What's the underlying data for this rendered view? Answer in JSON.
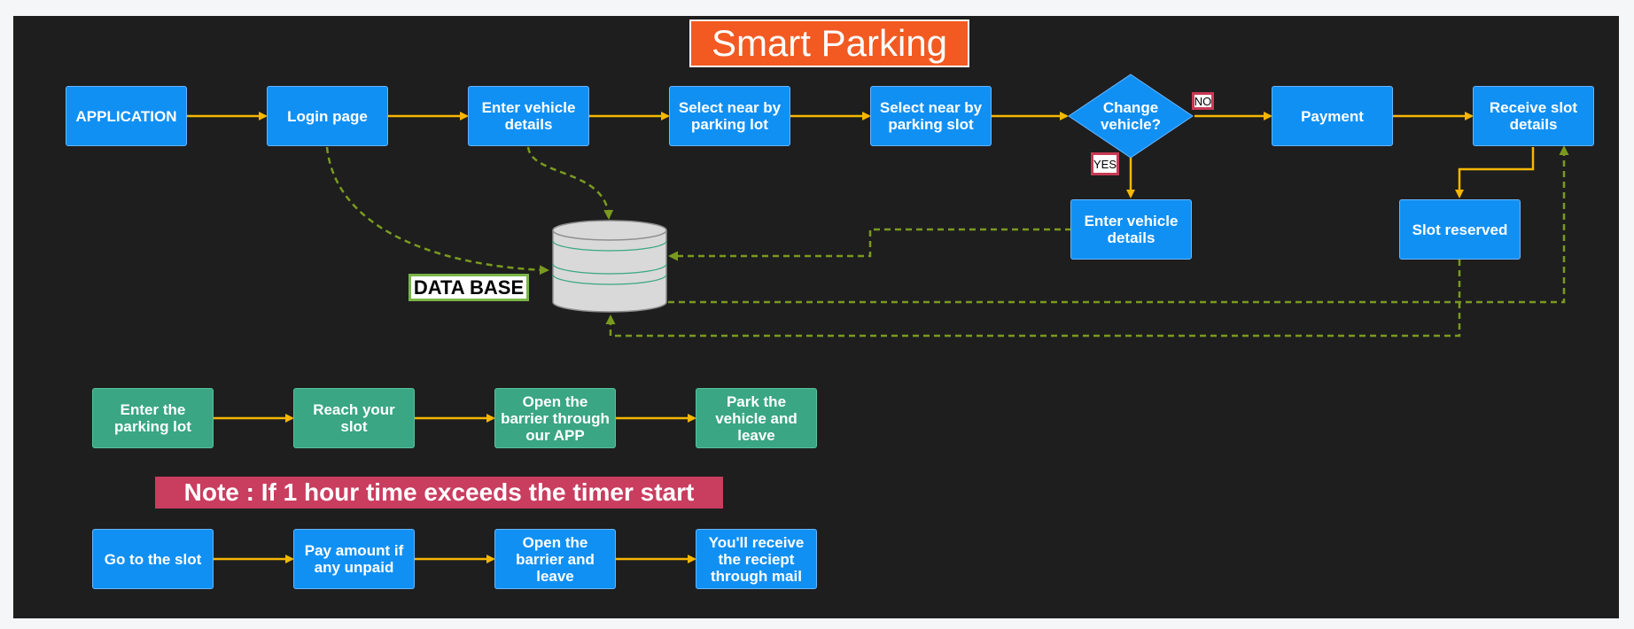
{
  "title": "Smart Parking",
  "top_flow": {
    "application": "APPLICATION",
    "login": "Login page",
    "enter_vehicle": "Enter vehicle\ndetails",
    "select_lot": "Select near by\nparking lot",
    "select_slot": "Select near by\nparking slot",
    "decision": "Change\nvehicle?",
    "payment": "Payment",
    "receive_slot": "Receive slot\ndetails",
    "enter_vehicle_2": "Enter vehicle\ndetails",
    "slot_reserved": "Slot reserved"
  },
  "labels": {
    "no": "NO",
    "yes": "YES",
    "database": "DATA BASE"
  },
  "parking_flow": [
    "Enter the\nparking lot",
    "Reach your\nslot",
    "Open the\nbarrier through\nour APP",
    "Park the\nvehicle and\nleave"
  ],
  "note": "Note : If 1 hour time exceeds the timer start",
  "exit_flow": [
    "Go to the slot",
    "Pay amount if\nany unpaid",
    "Open the\nbarrier and\nleave",
    "You'll receive\nthe reciept\nthrough mail"
  ],
  "colors": {
    "background": "#1e1e1e",
    "process": "#1190f4",
    "step": "#3aa683",
    "arrow": "#f5b700",
    "dashed": "#7a9a1f",
    "title": "#f25a22",
    "note": "#c93d5f"
  }
}
